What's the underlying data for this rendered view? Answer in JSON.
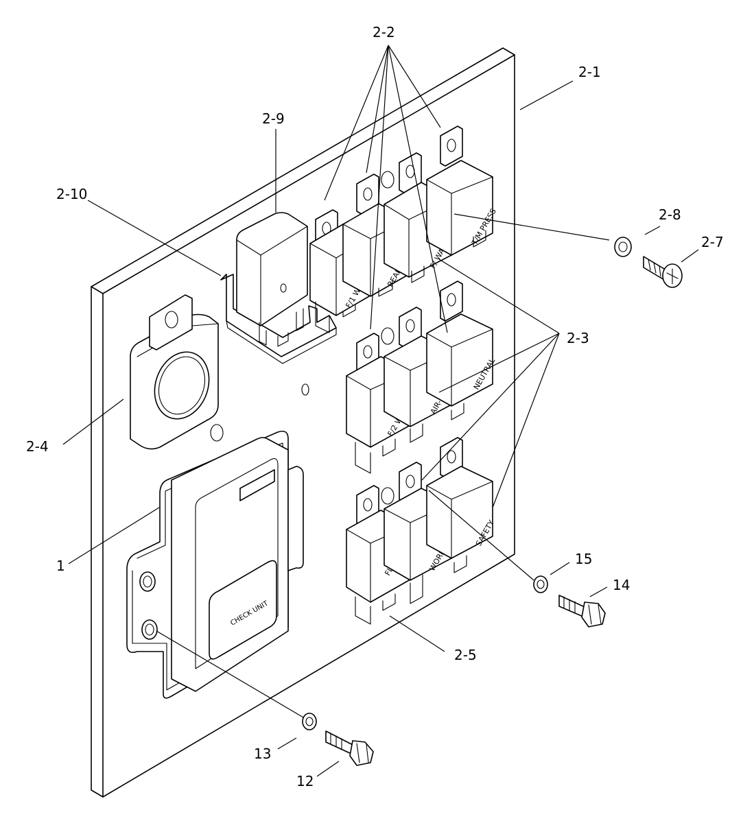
{
  "callouts": {
    "c2_1": "2-1",
    "c2_2": "2-2",
    "c2_3": "2-3",
    "c2_4": "2-4",
    "c2_5": "2-5",
    "c2_7": "2-7",
    "c2_8": "2-8",
    "c2_9": "2-9",
    "c2_10": "2-10",
    "c1": "1",
    "c12": "12",
    "c13": "13",
    "c14": "14",
    "c15": "15"
  },
  "relays": {
    "f1_wiper": "F/1 WIPER",
    "rear_wiper": "REAR WIPER",
    "f_washer": "F/ WASHER",
    "tm_press": "T/M PRESS",
    "f2_wiper": "F/2 WIPER",
    "air_con": "AIR-CON",
    "neutral": "NEUTRAL",
    "fls": "FLS",
    "work_light": "WORK LIGHT",
    "safety": "SAFETY"
  },
  "check_unit": "CHECK UNIT"
}
